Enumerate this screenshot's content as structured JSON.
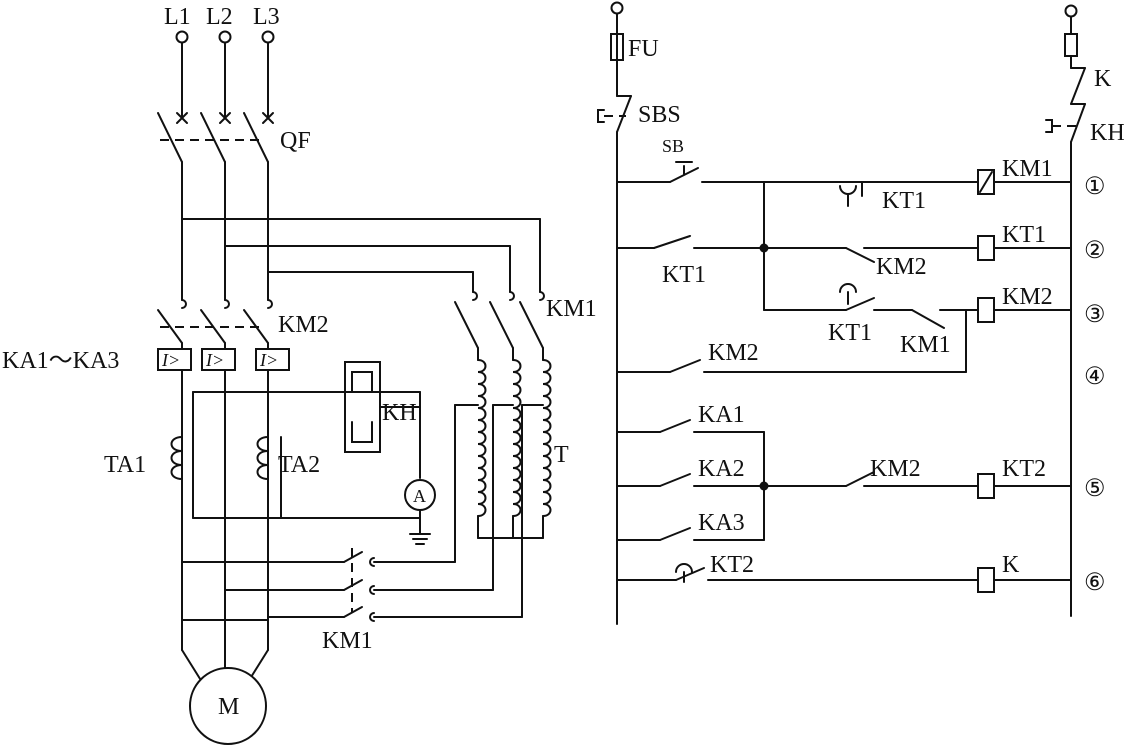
{
  "labels": {
    "L1": "L1",
    "L2": "L2",
    "L3": "L3",
    "QF": "QF",
    "KM2_main": "KM2",
    "KM1_main": "KM1",
    "KA": "KA1～KA3",
    "relay_symbol": "I>",
    "KH_main": "KH",
    "TA1": "TA1",
    "TA2": "TA2",
    "ammeter": "A",
    "T": "T",
    "KM1_bottom": "KM1",
    "motor": "M",
    "FU": "FU",
    "SBS": "SBS",
    "SB": "SB",
    "K_top": "K",
    "KH_ctrl": "KH",
    "row1_contact": "KT1",
    "row1_coil": "KM1",
    "row2_contact_a": "KT1",
    "row2_contact_b": "KM2",
    "row2_coil": "KT1",
    "row3_contact_a": "KT1",
    "row3_contact_b": "KM1",
    "row3_coil": "KM2",
    "row4_contact": "KM2",
    "row5_ka1": "KA1",
    "row5_ka2": "KA2",
    "row5_ka3": "KA3",
    "row5_contact": "KM2",
    "row5_coil": "KT2",
    "row6_contact": "KT2",
    "row6_coil": "K",
    "row_numbers": [
      "①",
      "②",
      "③",
      "④",
      "⑤",
      "⑥"
    ]
  }
}
